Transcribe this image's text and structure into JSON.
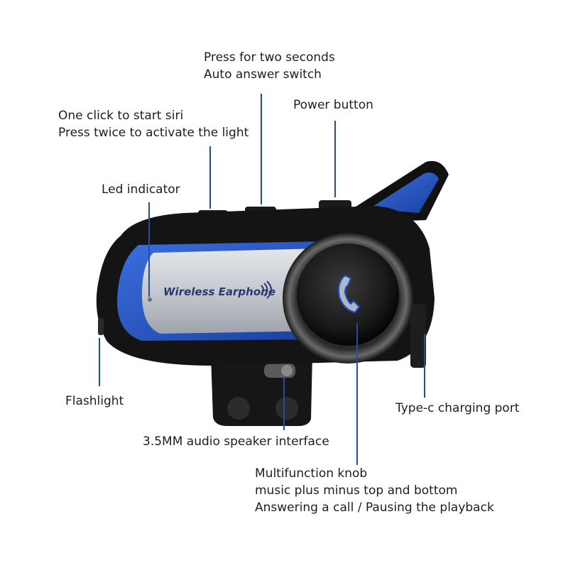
{
  "device_text": "Wireless Earphone",
  "colors": {
    "callout_line": "#1f4e9c",
    "device_body": "#141414",
    "accent_blue": "#1f4fc2",
    "panel_silver": "#c9ccd2"
  },
  "icons": [
    "phone-icon",
    "wifi-icon"
  ],
  "labels": {
    "auto_answer": {
      "line1": "Press for two seconds",
      "line2": "Auto answer switch"
    },
    "power": {
      "line1": "Power button"
    },
    "siri": {
      "line1": "One click to start siri",
      "line2": "Press twice to activate the light"
    },
    "led": {
      "line1": "Led indicator"
    },
    "flashlight": {
      "line1": "Flashlight"
    },
    "typec": {
      "line1": "Type-c charging port"
    },
    "audio": {
      "line1": "3.5MM audio speaker interface"
    },
    "knob": {
      "line1": "Multifunction knob",
      "line2": "music plus minus top and bottom",
      "line3": "Answering a call / Pausing the playback"
    }
  }
}
